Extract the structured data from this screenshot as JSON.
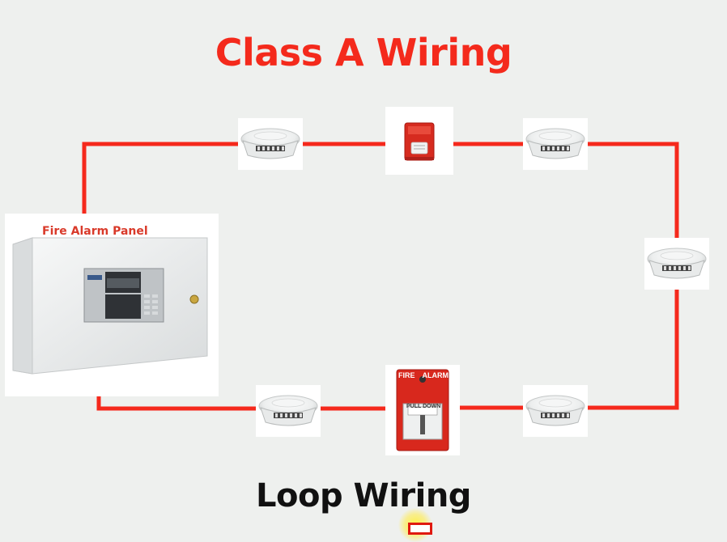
{
  "title": "Class A Wiring",
  "subtitle": "Loop Wiring",
  "panel": {
    "label": "Fire Alarm Panel"
  },
  "pull_station": {
    "top_left": "FIRE",
    "top_right": "ALARM",
    "action": "PULL DOWN"
  },
  "colors": {
    "wire": "#f5291c",
    "title": "#f42a1c",
    "subtitle": "#111111",
    "background": "#eef0ee"
  },
  "icons": [
    "smoke-detector-icon",
    "strobe-horn-icon",
    "pull-station-icon",
    "fire-alarm-panel-icon",
    "cursor-highlight-icon"
  ]
}
